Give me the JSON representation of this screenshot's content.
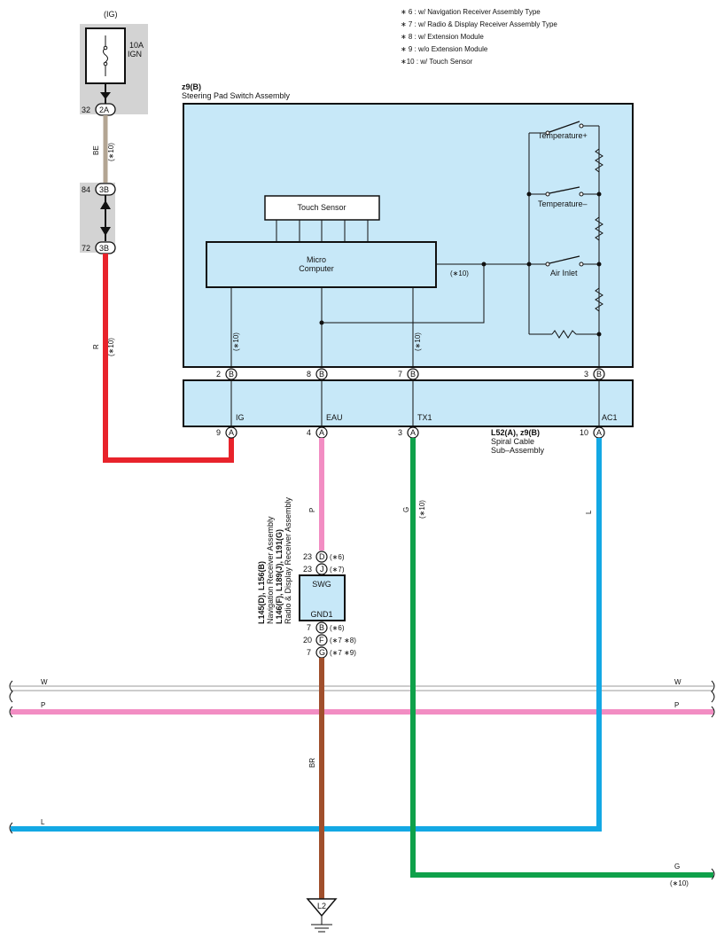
{
  "notes": [
    "∗ 6 : w/ Navigation Receiver Assembly Type",
    "∗ 7 : w/ Radio & Display Receiver Assembly Type",
    "∗ 8 : w/ Extension Module",
    "∗ 9 : w/o Extension Module",
    "∗10 : w/ Touch Sensor"
  ],
  "fuse": {
    "source": "(IG)",
    "rating": "10A",
    "name": "IGN"
  },
  "connectors": {
    "c2a": {
      "num": "32",
      "code": "2A"
    },
    "c3b_top": {
      "num": "84",
      "code": "3B"
    },
    "c3b_bot": {
      "num": "72",
      "code": "3B"
    }
  },
  "switch_assembly": {
    "id": "z9(B)",
    "name": "Steering Pad Switch Assembly",
    "touch_sensor": "Touch Sensor",
    "micro_line1": "Micro",
    "micro_line2": "Computer",
    "temp_plus": "Temperature+",
    "temp_minus": "Temperature–",
    "air_inlet": "Air Inlet",
    "pins": [
      {
        "num": "2",
        "code": "B"
      },
      {
        "num": "8",
        "code": "B"
      },
      {
        "num": "7",
        "code": "B"
      },
      {
        "num": "3",
        "code": "B"
      }
    ]
  },
  "spiral_cable": {
    "id": "L52(A), z9(B)",
    "name_line1": "Spiral Cable",
    "name_line2": "Sub–Assembly",
    "labels": [
      "IG",
      "EAU",
      "TX1",
      "AC1"
    ],
    "pins": [
      {
        "num": "9",
        "code": "A"
      },
      {
        "num": "4",
        "code": "A"
      },
      {
        "num": "3",
        "code": "A"
      },
      {
        "num": "10",
        "code": "A"
      }
    ]
  },
  "receiver": {
    "ids_line1": "L145(D), L156(B)",
    "name_line1": "Navigation Receiver Assembly",
    "ids_line2": "L146(F), L189(J), L191(G)",
    "name_line2": "Radio & Display Receiver Assembly",
    "swg": "SWG",
    "gnd": "GND1",
    "pins": [
      {
        "num": "23",
        "code": "D",
        "note": "(∗6)"
      },
      {
        "num": "23",
        "code": "J",
        "note": "(∗7)"
      },
      {
        "num": "7",
        "code": "B",
        "note": "(∗6)"
      },
      {
        "num": "20",
        "code": "F",
        "note": "(∗7 ∗8)"
      },
      {
        "num": "7",
        "code": "G",
        "note": "(∗7 ∗9)"
      }
    ]
  },
  "ground": "L2",
  "note_ref": "(∗10)",
  "wire_labels": {
    "be": "BE",
    "r": "R",
    "p": "P",
    "g": "G",
    "l": "L",
    "br": "BR",
    "w": "W"
  },
  "colors": {
    "red": "#e8232b",
    "pink": "#f28dc3",
    "green": "#0fa14a",
    "blue": "#13a8e4",
    "brown": "#a04f2c",
    "beige": "#b3a593",
    "box_fill": "#c7e8f8",
    "fuse_bg": "#d3d3d3"
  }
}
